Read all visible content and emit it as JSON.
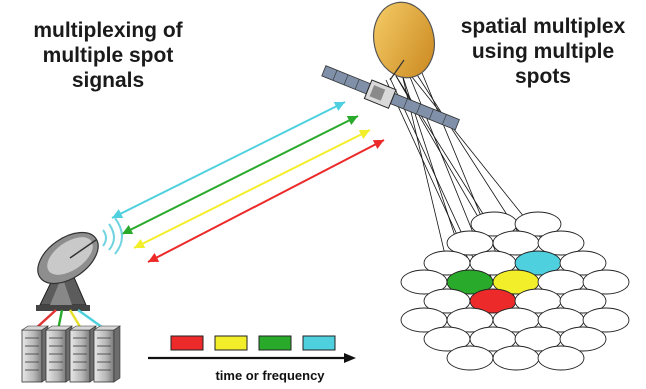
{
  "labels": {
    "left_title": "multiplexing of\nmultiple spot\nsignals",
    "right_title": "spatial multiplex\nusing multiple\nspots",
    "axis_label": "time or frequency"
  },
  "colors": {
    "cyan": "#4ed0de",
    "green": "#2aaa2a",
    "yellow": "#f2ef2a",
    "red": "#ec2a2a",
    "beam": "#111111",
    "cell": "#ffffff",
    "dish": "#e9a63a"
  },
  "signals": [
    "red",
    "yellow",
    "green",
    "cyan"
  ],
  "icons": {
    "satellite": "satellite-icon",
    "ground_dish": "ground-antenna-icon",
    "servers": "server-rack-icon",
    "waves": "radio-waves-icon"
  }
}
